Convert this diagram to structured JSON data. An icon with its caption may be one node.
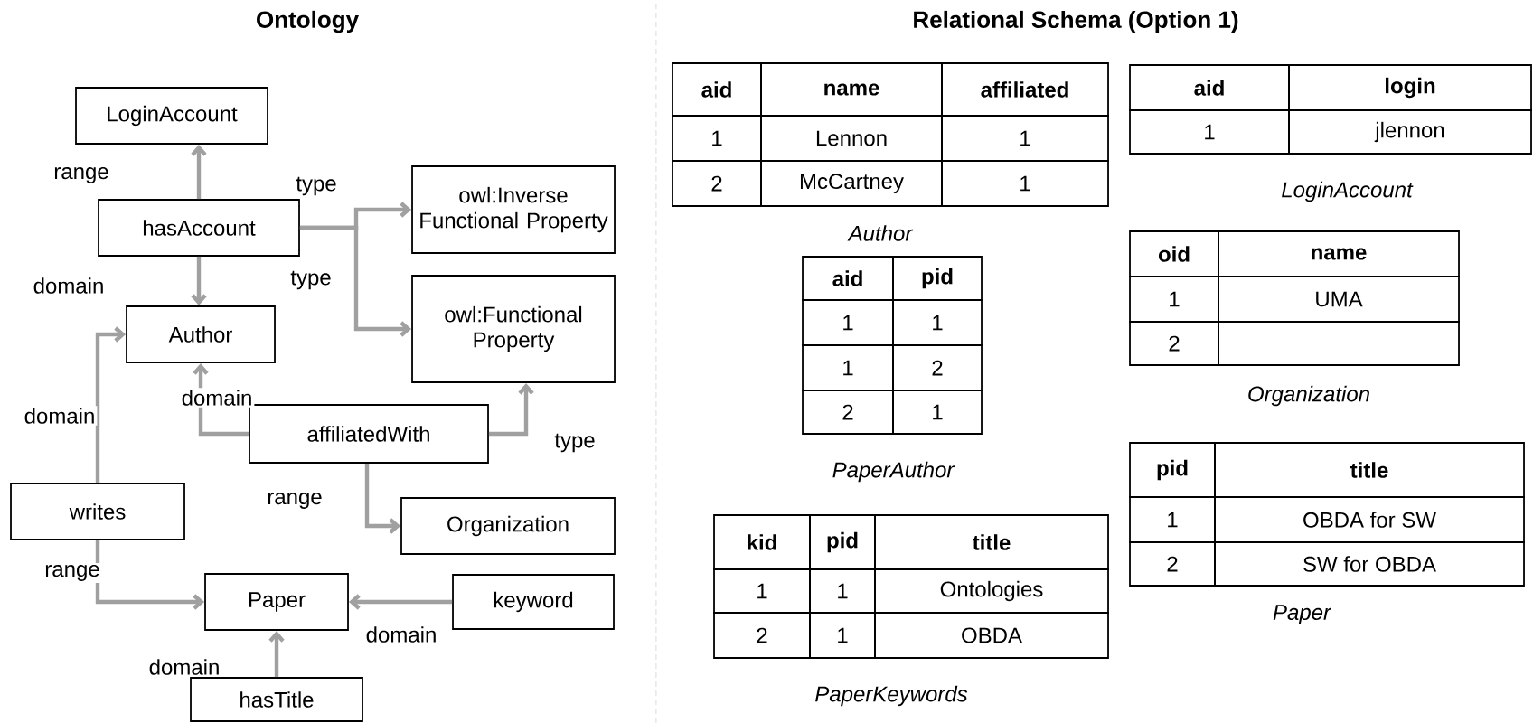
{
  "diagram": {
    "nodes": [
      {
        "text": [
          "LoginAccount"
        ]
      },
      {
        "text": [
          "hasAccount"
        ]
      },
      {
        "text": [
          "owl:Inverse Functional Property"
        ]
      },
      {
        "text": [
          "Author"
        ]
      },
      {
        "text": [
          "owl:Functional Property"
        ]
      },
      {
        "text": [
          "affiliatedWith"
        ]
      },
      {
        "text": [
          "writes"
        ]
      },
      {
        "text": [
          "Organization"
        ]
      },
      {
        "text": [
          "Paper"
        ]
      },
      {
        "text": [
          "keyword"
        ]
      },
      {
        "text": [
          "hasTitle"
        ]
      }
    ],
    "edges": [
      {
        "from": 1,
        "to": 0,
        "arrow": "to",
        "label": "range"
      },
      {
        "from": 1,
        "to": 2,
        "arrow": "to",
        "label": "type"
      },
      {
        "from": 1,
        "to": 3,
        "arrow": "to",
        "label": "domain"
      },
      {
        "from": 1,
        "to": 4,
        "arrow": "to",
        "label": "type"
      },
      {
        "from": 5,
        "to": 3,
        "arrow": "to",
        "label": "domain"
      },
      {
        "from": 5,
        "to": 4,
        "arrow": "to",
        "label": "type"
      },
      {
        "from": 5,
        "to": 7,
        "arrow": "to",
        "label": "range"
      },
      {
        "from": 6,
        "to": 3,
        "arrow": "to",
        "label": "domain"
      },
      {
        "from": 6,
        "to": 8,
        "arrow": "to",
        "label": "range"
      },
      {
        "from": 9,
        "to": 8,
        "arrow": "to",
        "label": "domain"
      },
      {
        "from": 10,
        "to": 8,
        "arrow": "to",
        "label": "domain"
      }
    ],
    "labels": [
      "Ontology",
      "Relational Schema (Option 1)",
      "aid",
      "name",
      "affiliated",
      "1",
      "Lennon",
      "1",
      "2",
      "McCartney",
      "1",
      "Author",
      "aid",
      "login",
      "1",
      "jlennon",
      "LoginAccount",
      "aid",
      "pid",
      "1",
      "1",
      "1",
      "2",
      "2",
      "1",
      "PaperAuthor",
      "oid",
      "name",
      "1",
      "UMA",
      "2",
      "Organization",
      "pid",
      "title",
      "1",
      "OBDA for SW",
      "2",
      "SW for OBDA",
      "Paper",
      "kid",
      "pid",
      "title",
      "1",
      "1",
      "Ontologies",
      "2",
      "1",
      "OBDA",
      "PaperKeywords"
    ]
  }
}
